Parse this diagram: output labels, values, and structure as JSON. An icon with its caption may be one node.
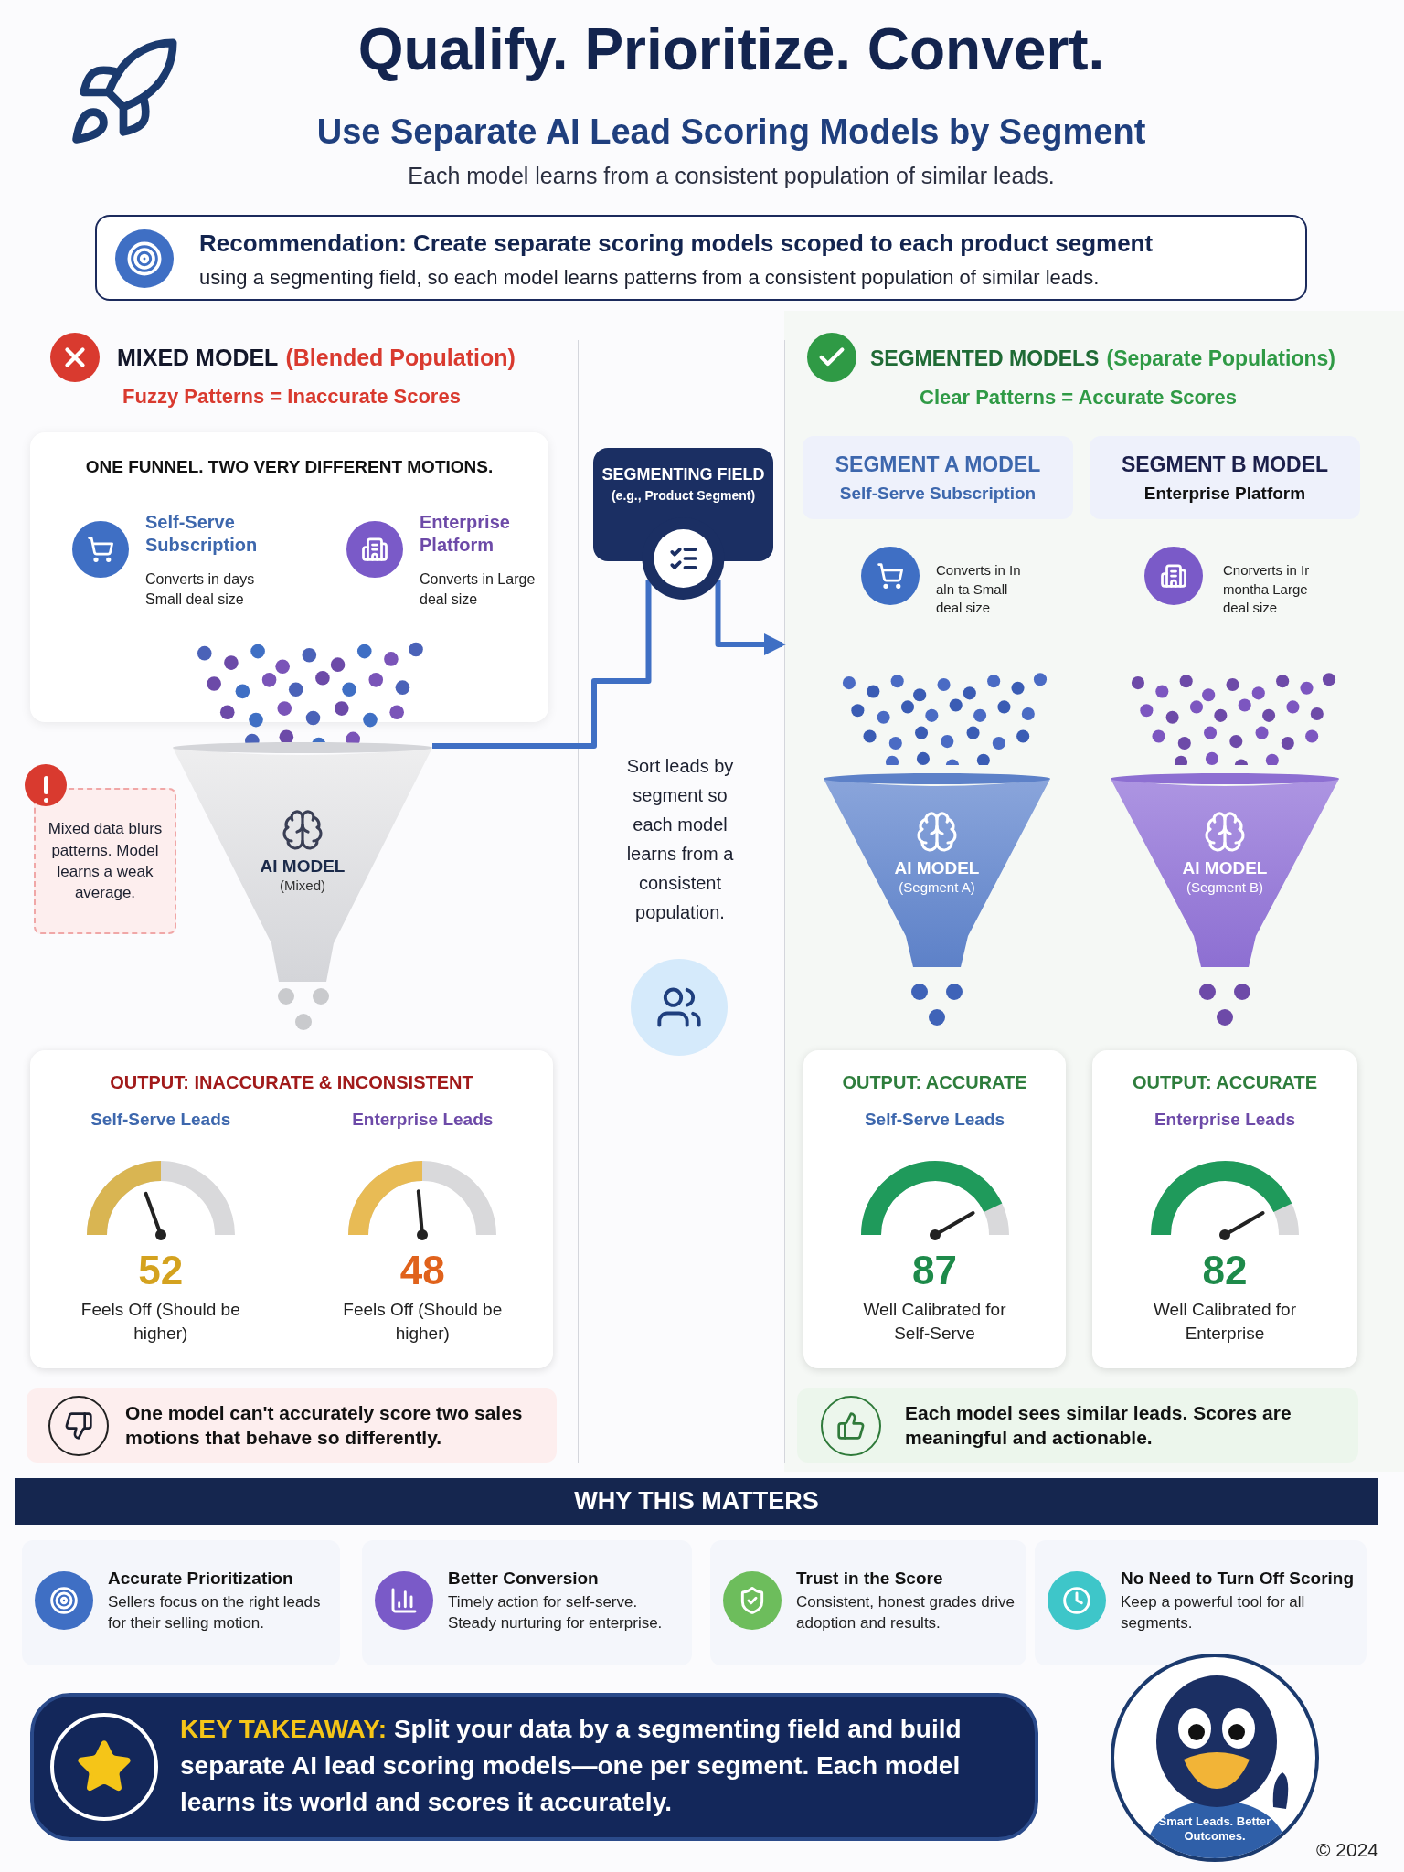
{
  "diagram": {
    "title": "Qualify. Prioritize. Convert.",
    "nodes": [
      {
        "text": [
          "Recommendation: Create separate scoring models scoped to each product segment",
          "using a segmenting field, so each model learns patterns from a consistent population of similar leads."
        ]
      },
      {
        "text": [
          "ONE FUNNEL. TWO VERY DIFFERENT MOTIONS.",
          "Self-Serve Subscription",
          "Converts in days Small deal size",
          "Enterprise Platform",
          "Converts in Large deal size"
        ]
      },
      {
        "text": [
          "AI MODEL",
          "(Mixed)"
        ]
      },
      {
        "text": [
          "Mixed data blurs patterns. Model learns a weak average."
        ]
      },
      {
        "text": [
          "OUTPUT: INACCURATE & INCONSISTENT",
          "Self-Serve Leads",
          "52",
          "Feels Off (Should be higher)",
          "Enterprise Leads",
          "48",
          "Feels Off (Should be higher)"
        ]
      },
      {
        "text": [
          "One model can't accurately score two sales motions that behave so differently."
        ]
      },
      {
        "text": [
          "SEGMENTING FIELD",
          "(e.g., Product Segment)"
        ]
      },
      {
        "text": [
          "SEGMENT A MODEL",
          "Self-Serve Subscription"
        ]
      },
      {
        "text": [
          "SEGMENT B MODEL",
          "Enterprise Platform"
        ]
      },
      {
        "text": [
          "AI MODEL",
          "(Segment A)"
        ]
      },
      {
        "text": [
          "AI MODEL",
          "(Segment B)"
        ]
      },
      {
        "text": [
          "OUTPUT: ACCURATE",
          "Self-Serve Leads",
          "87",
          "Well Calibrated for Self-Serve"
        ]
      },
      {
        "text": [
          "OUTPUT: ACCURATE",
          "Enterprise Leads",
          "82",
          "Well Calibrated for Enterprise"
        ]
      },
      {
        "text": [
          "Each model sees similar leads. Scores are meaningful and actionable."
        ]
      },
      {
        "text": [
          "WHY THIS MATTERS"
        ]
      },
      {
        "text": [
          "Accurate Prioritization",
          "Sellers focus on the right leads for their selling motion."
        ]
      },
      {
        "text": [
          "Better Conversion",
          "Timely action for self-serve. Steady nurturing for enterprise."
        ]
      },
      {
        "text": [
          "Trust in the Score",
          "Consistent, honest grades drive adoption and results."
        ]
      },
      {
        "text": [
          "No Need to Turn Off Scoring",
          "Keep a powerful tool for all segments."
        ]
      },
      {
        "text": [
          "KEY TAKEAWAY:",
          "Split your data by a segmenting field and build separate AI lead scoring models—one per segment. Each model learns its world and scores it accurately."
        ]
      },
      {
        "text": [
          "Smart Leads. Better Outcomes."
        ]
      }
    ],
    "edges": [
      {
        "from": 2,
        "to": 6,
        "arrow": "none"
      },
      {
        "from": 6,
        "to": null,
        "arrow": "to"
      }
    ],
    "labels": [
      "Use Separate AI Lead Scoring Models by Segment",
      "Each model learns from a consistent population of similar leads.",
      "MIXED MODEL",
      "(Blended Population)",
      "Fuzzy Patterns = Inaccurate Scores",
      "SEGMENTED MODELS",
      "(Separate Populations)",
      "Clear Patterns = Accurate Scores",
      "Sort leads by segment so each model learns from a consistent population.",
      "Converts in In aln ta Small deal size",
      "Cnorverts in Ir montha Large deal size",
      "© 2024"
    ]
  }
}
